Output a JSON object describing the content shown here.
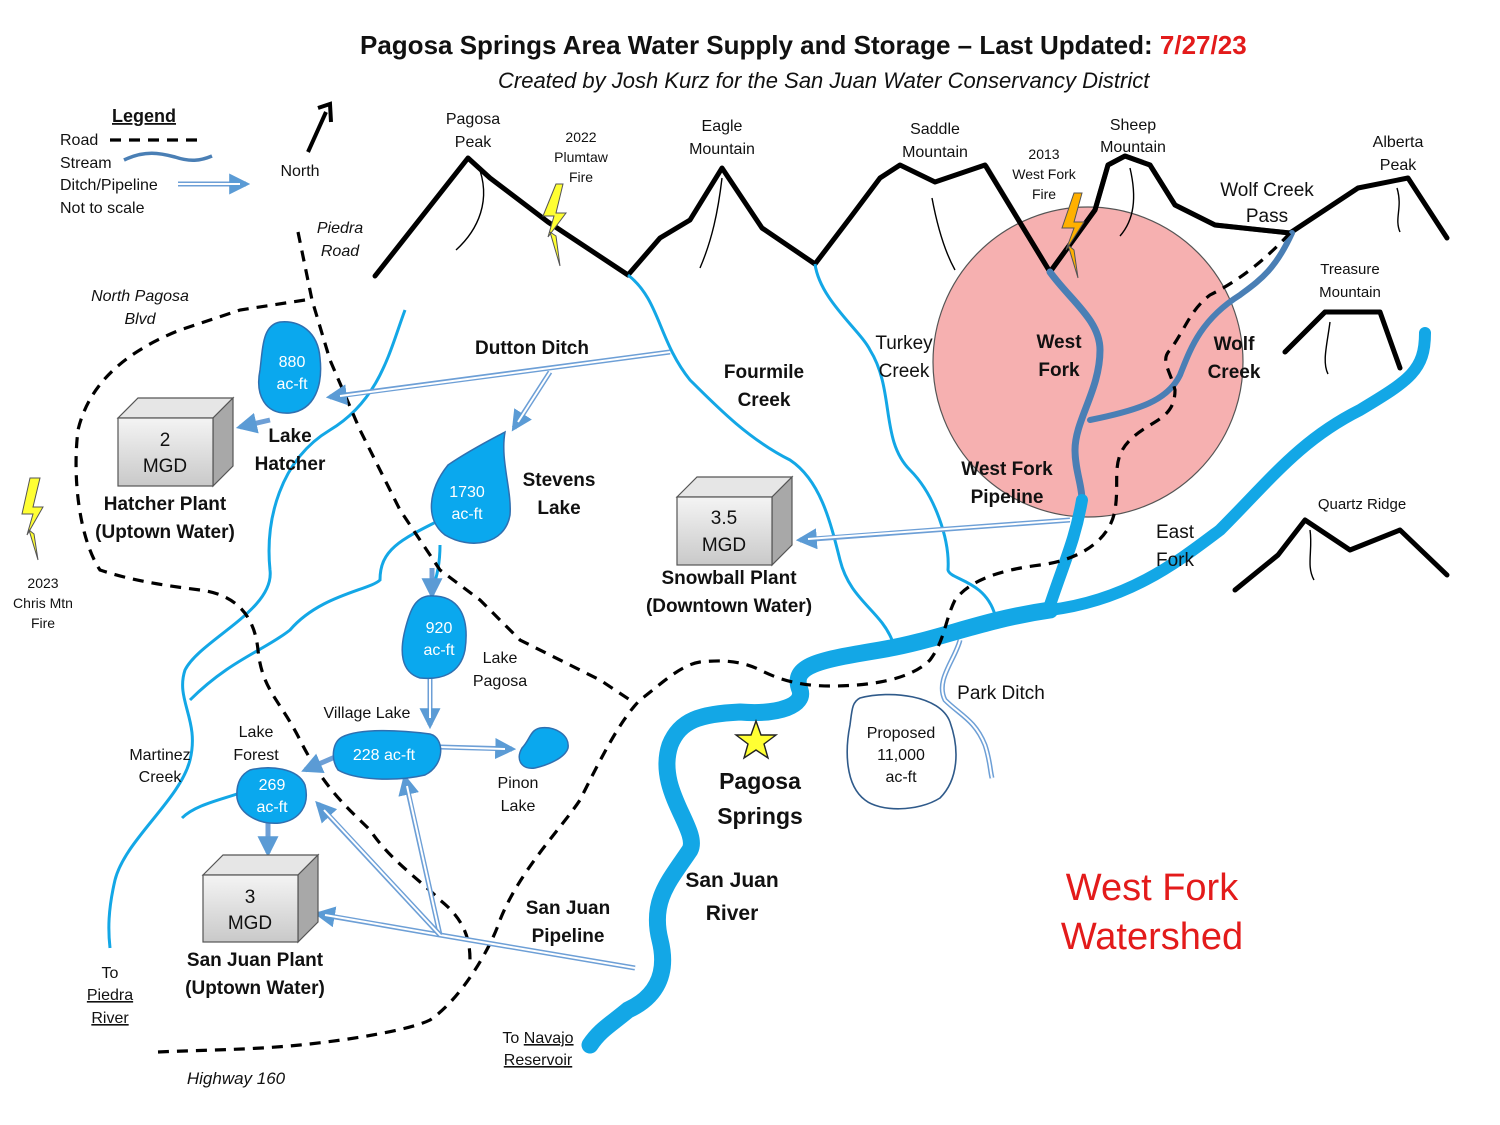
{
  "title": {
    "main": "Pagosa Springs Area Water Supply and Storage – Last Updated: ",
    "date": "7/27/23",
    "subtitle": "Created by Josh Kurz for the San Juan Water Conservancy District"
  },
  "colors": {
    "stream": "#13a7e6",
    "pipeline": "#6d9fd6",
    "west_fork_stream": "#4a7fb5",
    "fire_zone": "#f6b0b0",
    "fire_bolt": "#ffff33",
    "west_fork_fire_bolt": "#ffb000",
    "watershed_label": "#e31b1b",
    "date": "#e31b1b"
  },
  "legend": {
    "heading": "Legend",
    "road": "Road",
    "stream": "Stream",
    "ditch": "Ditch/Pipeline",
    "scale": "Not to scale"
  },
  "north": {
    "label": "North",
    "icon": "north-arrow-icon"
  },
  "mountains": {
    "pagosa_peak": [
      "Pagosa",
      "Peak"
    ],
    "eagle_mountain": [
      "Eagle",
      "Mountain"
    ],
    "saddle_mountain": [
      "Saddle",
      "Mountain"
    ],
    "sheep_mountain": [
      "Sheep",
      "Mountain"
    ],
    "alberta_peak": [
      "Alberta",
      "Peak"
    ],
    "wolf_creek_pass": [
      "Wolf Creek",
      "Pass"
    ],
    "treasure_mountain": [
      "Treasure",
      "Mountain"
    ],
    "quartz_ridge": "Quartz Ridge"
  },
  "fires": {
    "plumtaw": [
      "2022",
      "Plumtaw",
      "Fire"
    ],
    "west_fork": [
      "2013",
      "West Fork",
      "Fire"
    ],
    "chris_mtn": [
      "2023",
      "Chris Mtn",
      "Fire"
    ]
  },
  "roads": {
    "piedra_road": [
      "Piedra",
      "Road"
    ],
    "north_pagosa": [
      "North Pagosa",
      "Blvd"
    ],
    "highway": "Highway 160"
  },
  "streams": {
    "fourmile": [
      "Fourmile",
      "Creek"
    ],
    "turkey": [
      "Turkey",
      "Creek"
    ],
    "west_fork": [
      "West",
      "Fork"
    ],
    "wolf_creek": [
      "Wolf",
      "Creek"
    ],
    "east_fork": [
      "East",
      "Fork"
    ],
    "martinez": [
      "Martinez",
      "Creek"
    ],
    "san_juan": [
      "San Juan",
      "River"
    ]
  },
  "ditches": {
    "dutton": "Dutton Ditch",
    "west_fork_pipeline": [
      "West Fork",
      "Pipeline"
    ],
    "park_ditch": "Park Ditch",
    "san_juan_pipeline": [
      "San Juan",
      "Pipeline"
    ]
  },
  "lakes": {
    "hatcher": {
      "value": [
        "880",
        "ac-ft"
      ],
      "name": [
        "Lake",
        "Hatcher"
      ]
    },
    "stevens": {
      "value": [
        "1730",
        "ac-ft"
      ],
      "name": [
        "Stevens",
        "Lake"
      ]
    },
    "pagosa": {
      "value": [
        "920",
        "ac-ft"
      ],
      "name": [
        "Lake",
        "Pagosa"
      ]
    },
    "village": {
      "value": "228 ac-ft",
      "name": "Village Lake"
    },
    "forest": {
      "value": [
        "269",
        "ac-ft"
      ],
      "name": [
        "Lake",
        "Forest"
      ]
    },
    "pinon": {
      "name": [
        "Pinon",
        "Lake"
      ]
    },
    "proposed": [
      "Proposed",
      "11,000",
      "ac-ft"
    ]
  },
  "plants": {
    "hatcher": {
      "capacity": [
        "2",
        "MGD"
      ],
      "name": [
        "Hatcher Plant",
        "(Uptown Water)"
      ]
    },
    "snowball": {
      "capacity": [
        "3.5",
        "MGD"
      ],
      "name": [
        "Snowball Plant",
        "(Downtown Water)"
      ]
    },
    "san_juan": {
      "capacity": [
        "3",
        "MGD"
      ],
      "name": [
        "San Juan Plant",
        "(Uptown Water)"
      ]
    }
  },
  "places": {
    "pagosa_springs": [
      "Pagosa",
      "Springs"
    ],
    "to_piedra": [
      "To",
      "Piedra",
      "River"
    ],
    "to_navajo": {
      "to": "To ",
      "name": "Navajo",
      "line2": "Reservoir"
    }
  },
  "watershed": [
    "West Fork",
    "Watershed"
  ]
}
